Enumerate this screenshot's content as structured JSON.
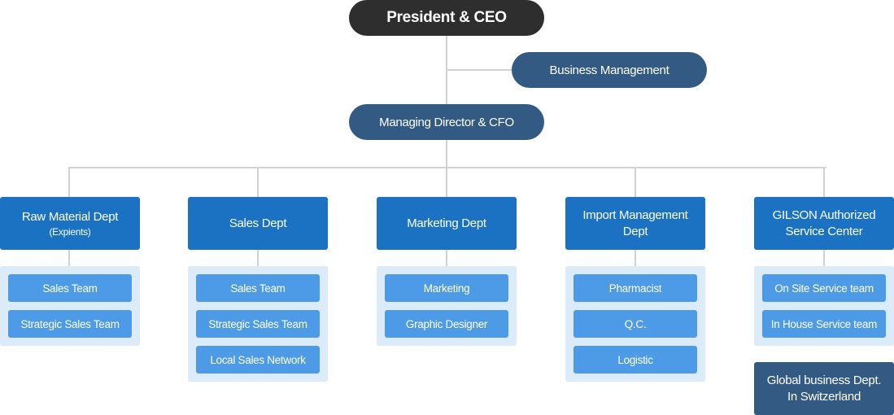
{
  "chart": {
    "top": {
      "label": "President & CEO"
    },
    "business_management": {
      "label": "Business Management"
    },
    "managing_director": {
      "label": "Managing Director & CFO"
    },
    "departments": [
      {
        "label": "Raw Material Dept",
        "sublabel": "(Expients)",
        "teams": [
          "Sales Team",
          "Strategic Sales Team"
        ]
      },
      {
        "label": "Sales Dept",
        "teams": [
          "Sales Team",
          "Strategic Sales Team",
          "Local Sales Network"
        ]
      },
      {
        "label": "Marketing Dept",
        "teams": [
          "Marketing",
          "Graphic Designer"
        ]
      },
      {
        "label": "Import Management",
        "label_line2": "Dept",
        "teams": [
          "Pharmacist",
          "Q.C.",
          "Logistic"
        ]
      },
      {
        "label": "GILSON Authorized",
        "label_line2": "Service Center",
        "teams": [
          "On Site  Service team",
          "In House Service  team"
        ]
      }
    ],
    "global_dept": {
      "line1": "Global business Dept.",
      "line2": "In Switzerland"
    }
  },
  "colors": {
    "ceo": "#2e2e2e",
    "management": "#325a82",
    "department": "#1b72c2",
    "team": "#4d9be6",
    "panel": "#dcebf8",
    "connector": "#d2d2d2"
  }
}
